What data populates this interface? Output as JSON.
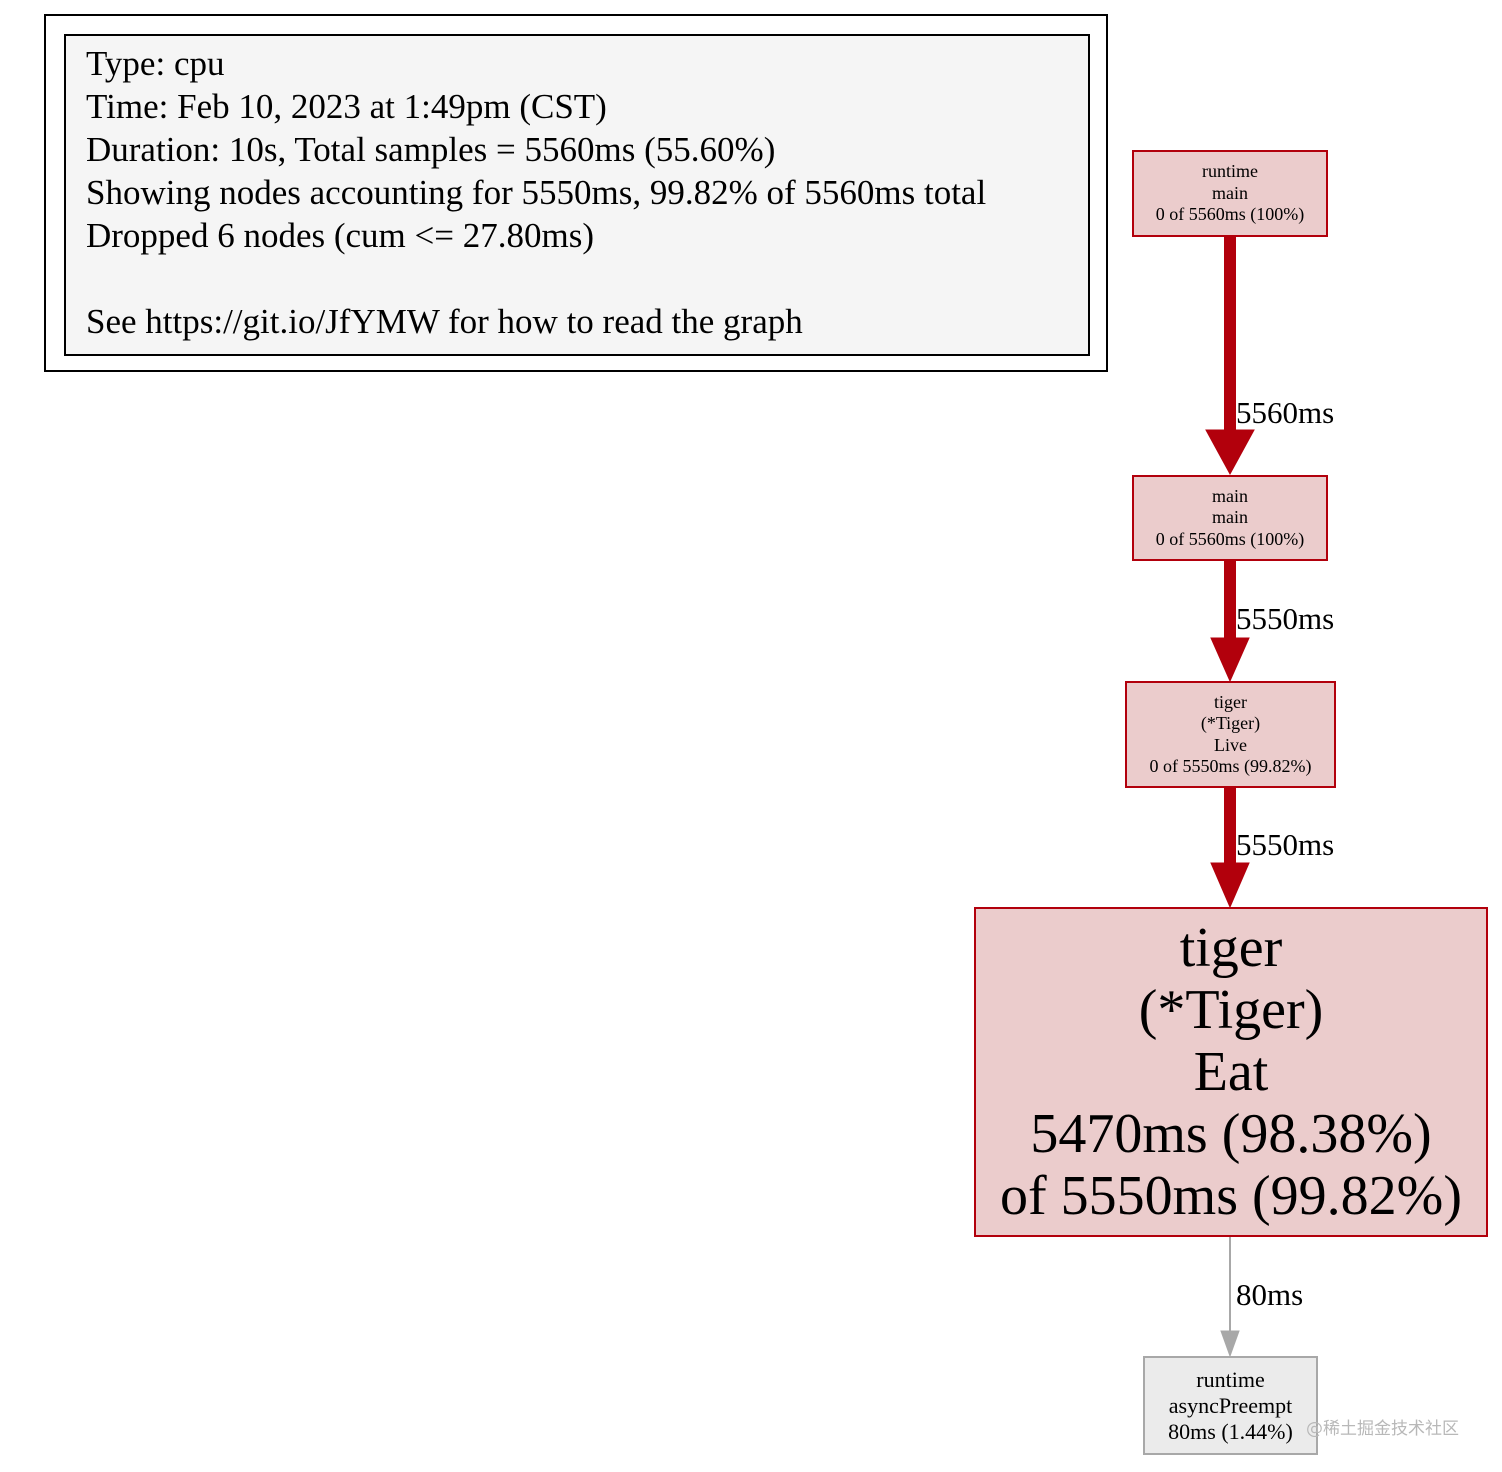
{
  "legend": {
    "lines": [
      "Type: cpu",
      "Time: Feb 10, 2023 at 1:49pm (CST)",
      "Duration: 10s, Total samples = 5560ms (55.60%)",
      "Showing nodes accounting for 5550ms, 99.82% of 5560ms total",
      "Dropped 6 nodes (cum <= 27.80ms)"
    ],
    "help": "See https://git.io/JfYMW for how to read the graph"
  },
  "nodes": [
    {
      "id": "runtime-main",
      "lines": [
        "runtime",
        "main",
        "0 of 5560ms (100%)"
      ]
    },
    {
      "id": "main-main",
      "lines": [
        "main",
        "main",
        "0 of 5560ms (100%)"
      ]
    },
    {
      "id": "tiger-live",
      "lines": [
        "tiger",
        "(*Tiger)",
        "Live",
        "0 of 5550ms (99.82%)"
      ]
    },
    {
      "id": "tiger-eat",
      "lines": [
        "tiger",
        "(*Tiger)",
        "Eat",
        "5470ms (98.38%)",
        "of 5550ms (99.82%)"
      ]
    },
    {
      "id": "runtime-asyncpreempt",
      "lines": [
        "runtime",
        "asyncPreempt",
        "80ms (1.44%)"
      ]
    }
  ],
  "edges": [
    {
      "from": "runtime-main",
      "to": "main-main",
      "label": "5560ms",
      "color": "#b2000c"
    },
    {
      "from": "main-main",
      "to": "tiger-live",
      "label": "5550ms",
      "color": "#b2000c"
    },
    {
      "from": "tiger-live",
      "to": "tiger-eat",
      "label": "5550ms",
      "color": "#b2000c"
    },
    {
      "from": "tiger-eat",
      "to": "runtime-asyncpreempt",
      "label": "80ms",
      "color": "#a8a8a8"
    }
  ],
  "colors": {
    "hot_fill": "#ebcccc",
    "hot_border": "#b2000c",
    "cold_fill": "#ebebeb",
    "cold_border": "#a8a8a8",
    "legend_fill": "#f5f5f5"
  },
  "watermark": "@稀土掘金技术社区"
}
